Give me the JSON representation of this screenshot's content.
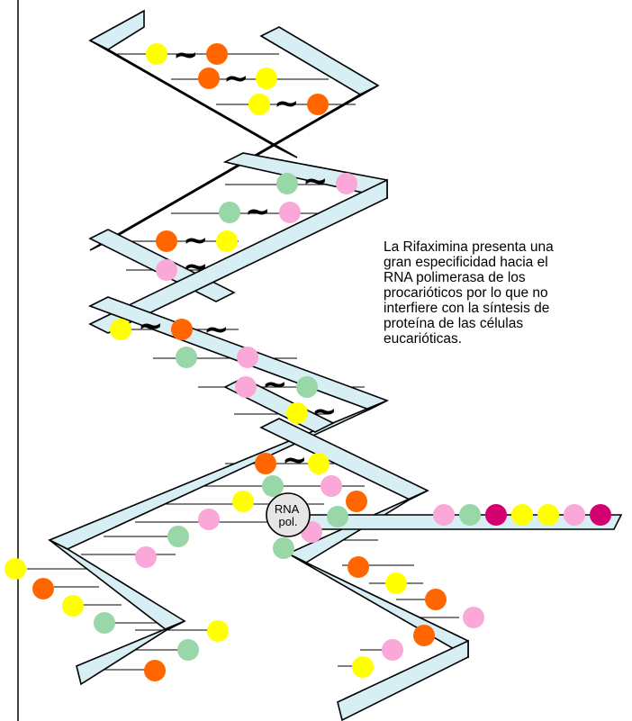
{
  "description": "La Rifaximina presenta una\ngran especificidad hacia el\nRNA polimerasa de los\nprocarióticos por lo que no\ninterfiere con la síntesis de\nproteína de las células\neucarióticas.",
  "enzyme_label": "RNA\npol.",
  "colors": {
    "ribbon": "#d6eef4",
    "yellow": "#ffff00",
    "orange": "#ff6600",
    "green": "#99d6a8",
    "pink": "#f9a8d8",
    "magenta": "#d4006f"
  },
  "transcript_beads": [
    "pink",
    "green",
    "magenta",
    "yellow",
    "yellow",
    "pink",
    "magenta"
  ]
}
